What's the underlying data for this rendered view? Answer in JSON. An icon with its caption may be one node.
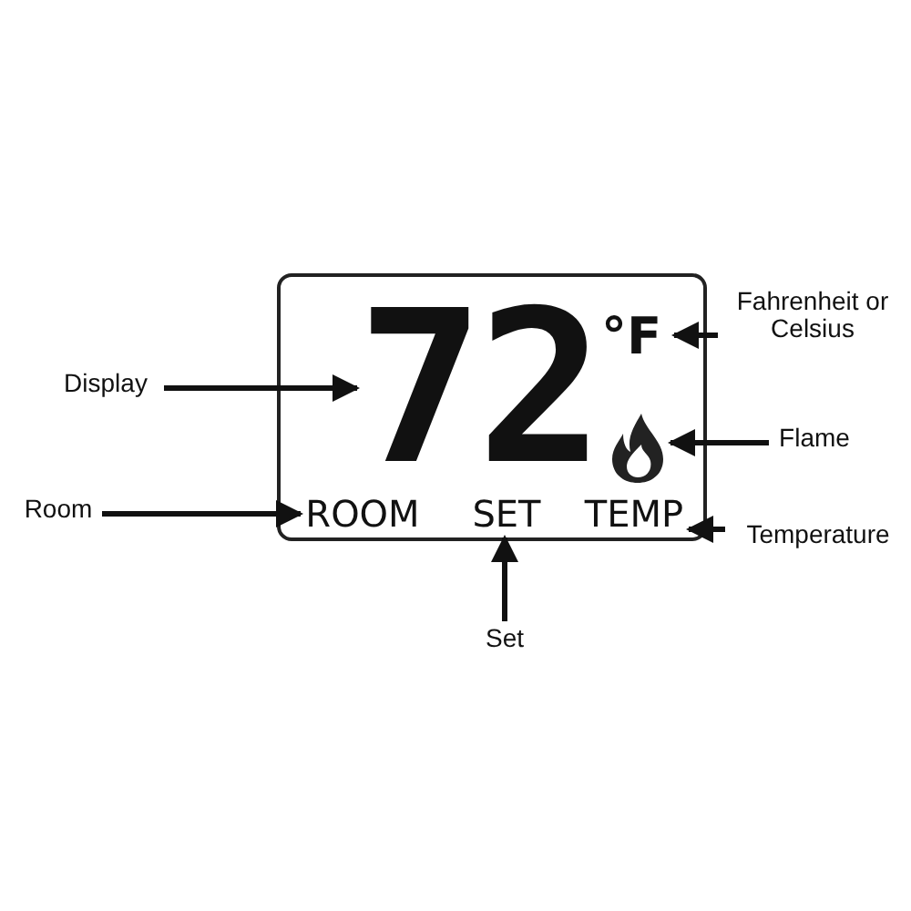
{
  "diagram": {
    "nodes": [
      {
        "text": [],
        "shape": "box"
      },
      {
        "text": [
          "72"
        ],
        "in": 0
      },
      {
        "text": [
          "°F"
        ],
        "in": 0
      },
      {
        "text": [],
        "shape": "flame",
        "in": 0
      },
      {
        "text": [
          "ROOM"
        ],
        "in": 0
      },
      {
        "text": [
          "SET"
        ],
        "in": 0
      },
      {
        "text": [
          "TEMP"
        ],
        "in": 0
      },
      {
        "text": [
          "Display"
        ]
      },
      {
        "text": [
          "Fahrenheit or Celsius"
        ]
      },
      {
        "text": [
          "Flame"
        ]
      },
      {
        "text": [
          "Room"
        ]
      },
      {
        "text": [
          "Temperature"
        ]
      },
      {
        "text": [
          "Set"
        ]
      }
    ],
    "edges": [
      {
        "from": 7,
        "to": 1,
        "arrow": "to"
      },
      {
        "from": 8,
        "to": 2,
        "arrow": "to"
      },
      {
        "from": 9,
        "to": 3,
        "arrow": "to"
      },
      {
        "from": 10,
        "to": 4,
        "arrow": "to"
      },
      {
        "from": 11,
        "to": 6,
        "arrow": "to"
      },
      {
        "from": 12,
        "to": 5,
        "arrow": "to"
      }
    ]
  }
}
